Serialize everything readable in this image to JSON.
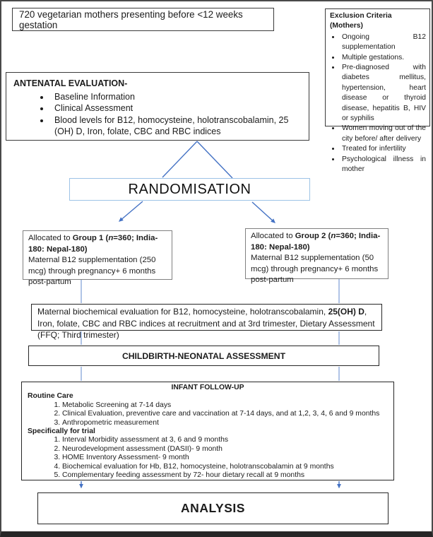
{
  "colors": {
    "connector_blue": "#4472C4",
    "connector_light_blue": "#7C9CD6",
    "randomisation_border_blue": "#9DC3E6",
    "group_box_border_gray": "#808080",
    "box_border_dark": "#262626"
  },
  "top_box": {
    "text": "720 vegetarian mothers presenting before <12 weeks gestation"
  },
  "exclusion": {
    "title": "Exclusion Criteria (Mothers)",
    "items": [
      "Ongoing B12 supplementation",
      "Multiple gestations.",
      "Pre-diagnosed with diabetes mellitus, hypertension, heart disease or thyroid disease, hepatitis B, HIV or syphilis",
      "Women moving out of the city before/ after delivery",
      "Treated for infertility",
      "Psychological illness in mother"
    ]
  },
  "antenatal": {
    "title": "ANTENATAL EVALUATION-",
    "items": [
      "Baseline Information",
      "Clinical Assessment",
      "Blood levels for B12, homocysteine, holotranscobalamin, 25 (OH) D, Iron, folate, CBC and RBC indices"
    ]
  },
  "randomisation": {
    "label": "RANDOMISATION"
  },
  "group1": {
    "prefix": "Allocated to ",
    "bold_pre_n": "Group 1 (",
    "n_italic": "n",
    "bold_post_n": "=360; India- 180: Nepal-180)",
    "line2": "Maternal B12 supplementation (250 mcg) through pregnancy+ 6 months post-partum"
  },
  "group2": {
    "prefix": "Allocated to ",
    "bold_pre_n": "Group 2 (",
    "n_italic": "n",
    "bold_post_n": "=360; India- 180: Nepal-180)",
    "line2": "Maternal B12 supplementation (50 mcg) through pregnancy+ 6 months post-partum"
  },
  "maternal_eval": {
    "part1": "Maternal biochemical evaluation for B12, homocysteine, holotranscobalamin, ",
    "bold": "25(OH) D",
    "part2": ", Iron, folate, CBC and RBC indices at recruitment and at 3rd trimester, Dietary Assessment (FFQ; Third trimester)"
  },
  "childbirth": {
    "label": "CHILDBIRTH-NEONATAL ASSESSMENT"
  },
  "infant": {
    "title": "INFANT FOLLOW-UP",
    "routine_heading": "Routine Care",
    "routine_items": [
      "Metabolic Screening at 7-14 days",
      "Clinical Evaluation, preventive care and vaccination at 7-14 days, and at 1,2, 3, 4, 6 and 9 months",
      "Anthropometric measurement"
    ],
    "trial_heading": "Specifically for trial",
    "trial_items": [
      "Interval Morbidity assessment at 3, 6 and 9 months",
      "Neurodevelopment assessment (DASII)-  9 month",
      "HOME Inventory Assessment- 9 month",
      "Biochemical evaluation for Hb, B12, homocysteine, holotranscobalamin at 9 months",
      "Complementary feeding assessment by 72- hour dietary recall at 9 months"
    ]
  },
  "analysis": {
    "label": "ANALYSIS"
  }
}
